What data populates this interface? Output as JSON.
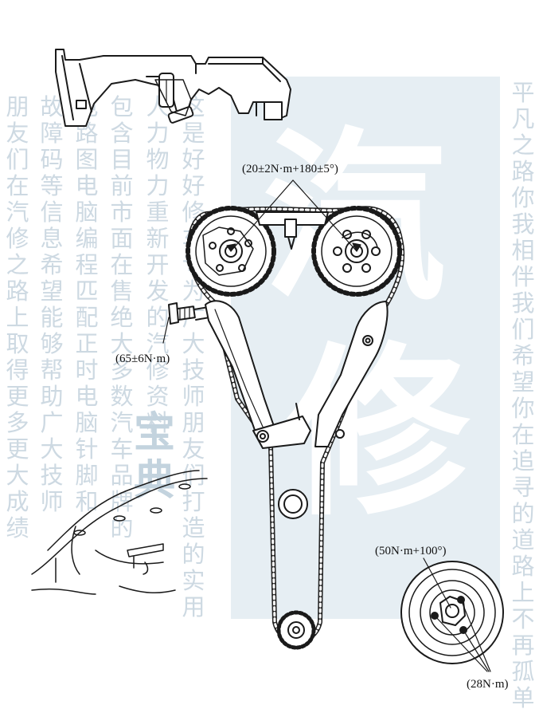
{
  "labels": {
    "camshaft_torque": "(20±2N·m+180±5°)",
    "tensioner_torque": "(65±6N·m)",
    "crank_bolt_torque": "(50N·m+100°)",
    "crank_small_bolts_torque": "(28N·m)"
  },
  "watermark": {
    "big_char_1": "汽",
    "big_char_2": "修",
    "small_char_1": "宝",
    "small_char_2": "典",
    "col_right": "平凡之路你我相伴我们希望你在追寻的道路上不再孤单",
    "col_1": "朋友们在汽修之路上取得更多更大成绩",
    "col_2": "故障码等信息希望能够帮助广大技师",
    "col_3": "电路图电脑编程匹配正时电脑针脚和",
    "col_4": "包含目前市面在售绝大多数汽车品牌的",
    "col_5": "人力物力重新开发的汽修资料",
    "col_6": "这是好好修车专为广大技师朋友们打造的实用"
  },
  "colors": {
    "watermark_panel": "#e6eef3",
    "watermark_text": "#cdd9e2",
    "line": "#1a1a1a"
  }
}
